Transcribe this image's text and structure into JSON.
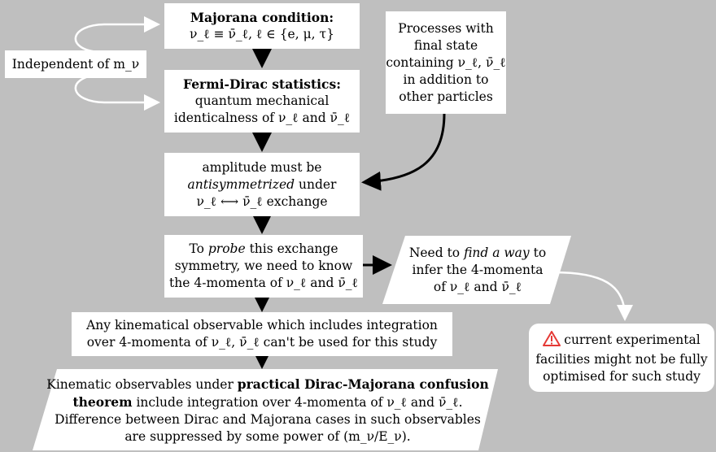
{
  "colors": {
    "background": "#bfbfbf",
    "box": "#ffffff",
    "arrow": "#000000",
    "warning": "#e53935"
  },
  "majorana": {
    "title": "Majorana condition:",
    "line": "ν_ℓ ≡ ν̄_ℓ, ℓ ∈ {e, μ, τ}"
  },
  "independent": {
    "text": "Independent of m_ν"
  },
  "processes": {
    "lines": [
      "Processes with",
      "final state",
      "containing ν_ℓ, ν̄_ℓ",
      "in addition to",
      "other particles"
    ]
  },
  "fermi": {
    "title": "Fermi-Dirac statistics:",
    "lines": [
      "quantum mechanical",
      "identicalness of ν_ℓ and ν̄_ℓ"
    ]
  },
  "amplitude": {
    "line1": "amplitude must be",
    "line2_em": "antisymmetrized",
    "line2_rest": " under",
    "line3": "ν_ℓ ⟷ ν̄_ℓ exchange"
  },
  "probe": {
    "line1_pre": "To ",
    "line1_em": "probe",
    "line1_post": " this exchange",
    "line2": "symmetry, we need to know",
    "line3": "the 4-momenta of ν_ℓ and ν̄_ℓ"
  },
  "findway": {
    "line1_pre": "Need to ",
    "line1_em": "find a way",
    "line1_post": " to",
    "line2": "infer the 4-momenta",
    "line3": "of ν_ℓ and ν̄_ℓ"
  },
  "kinematical": {
    "line1": "Any kinematical observable which includes integration",
    "line2": "over 4-momenta of ν_ℓ, ν̄_ℓ can't be used for this study"
  },
  "warning": {
    "icon": "warning-triangle-icon",
    "line1": "current experimental",
    "line2": "facilities might not be fully",
    "line3": "optimised for such study"
  },
  "theorem": {
    "line1_pre": "Kinematic observables under ",
    "line1_bold": "practical Dirac-Majorana confusion",
    "line2_bold": "theorem",
    "line2_rest": " include integration over 4-momenta of ν_ℓ and ν̄_ℓ.",
    "line3": "Difference between Dirac and Majorana cases in such observables",
    "line4": "are suppressed by some power of (m_ν/E_ν)."
  }
}
